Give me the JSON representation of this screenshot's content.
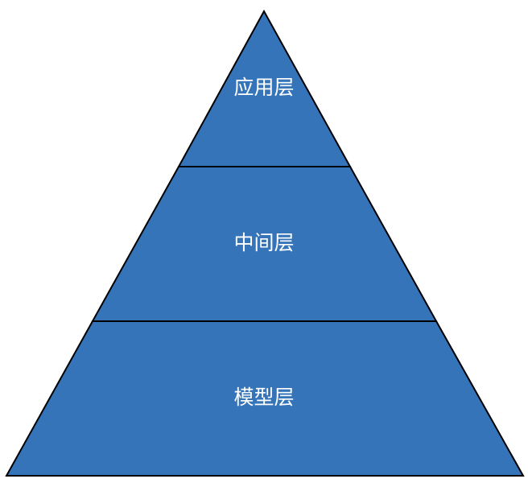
{
  "diagram": {
    "layers": [
      {
        "label": "应用层"
      },
      {
        "label": "中间层"
      },
      {
        "label": "模型层"
      }
    ],
    "colors": {
      "fill": "#3574b8",
      "stroke": "#000000"
    }
  }
}
